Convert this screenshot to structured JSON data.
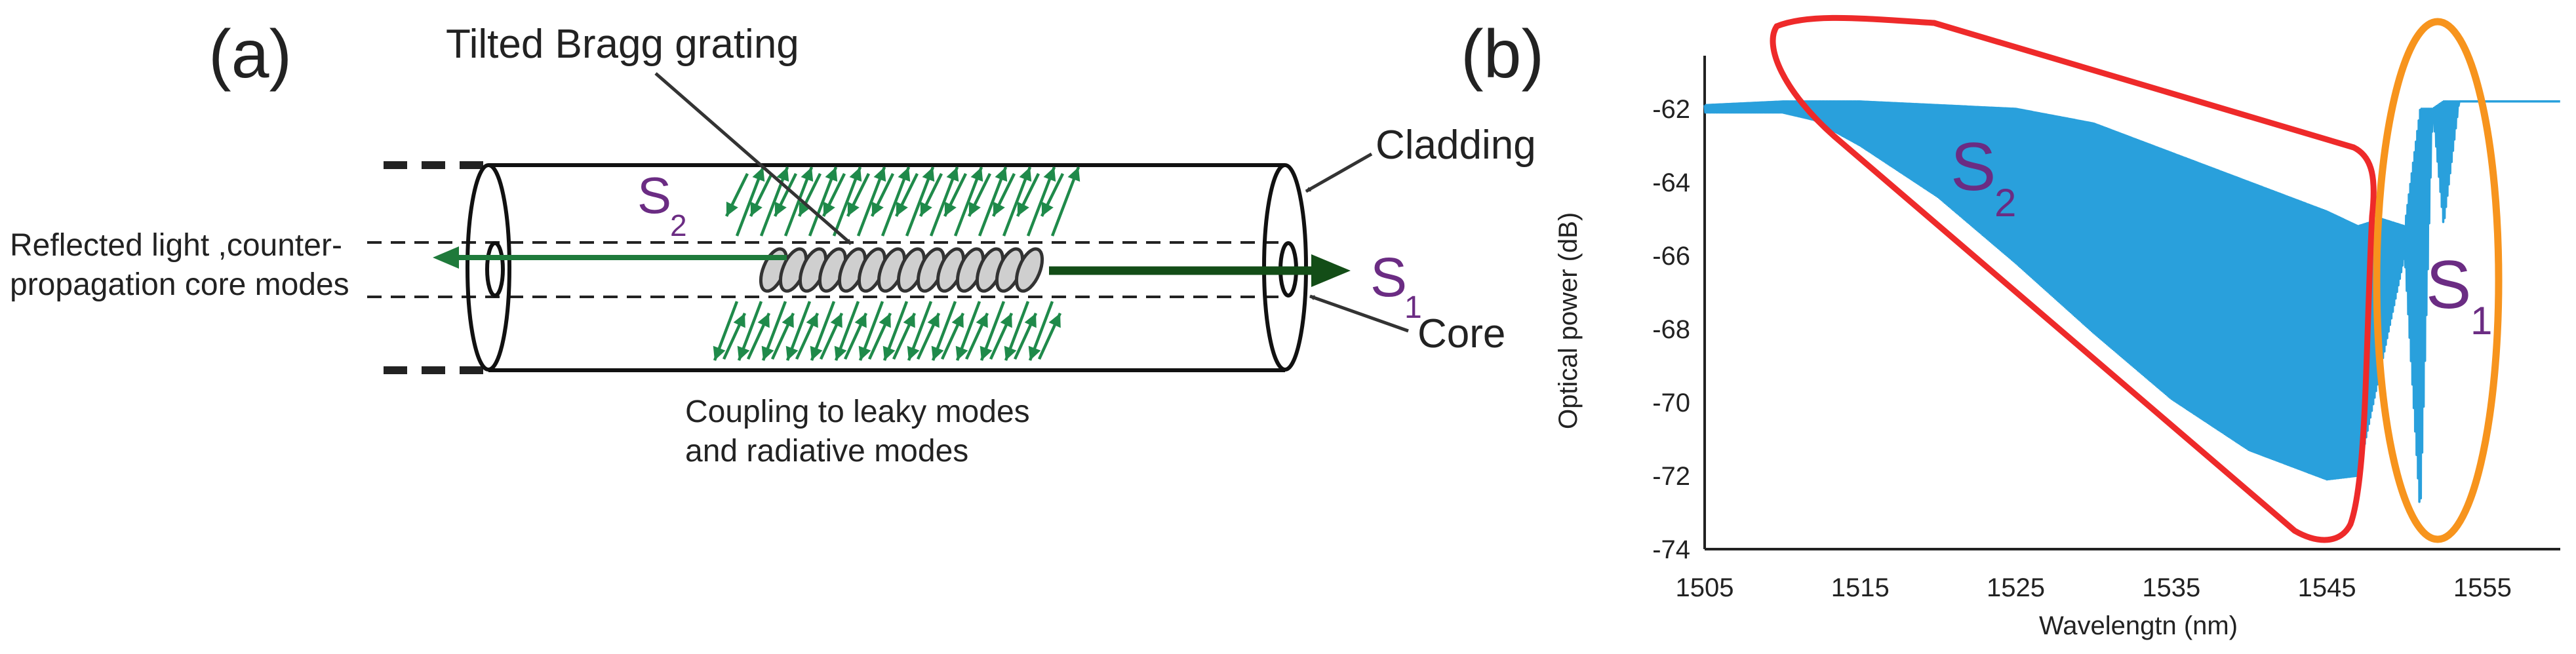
{
  "panel_a": {
    "label": "(a)",
    "title": "Tilted Bragg grating",
    "cladding_label": "Cladding",
    "core_label": "Core",
    "reflected_line1": "Reflected light ,counter-",
    "reflected_line2": "propagation core modes",
    "coupling_line1": "Coupling to leaky modes",
    "coupling_line2": "and  radiative modes",
    "s2_main": "S",
    "s2_sub": "2",
    "s1_main": "S",
    "s1_sub": "1"
  },
  "panel_b": {
    "label": "(b)",
    "s2_main": "S",
    "s2_sub": "2",
    "s1_main": "S",
    "s1_sub": "1",
    "colors": {
      "trace": "#29a0dc",
      "s2_outline": "#ee2a2a",
      "s1_outline": "#f7941d",
      "label": "#6b2c83"
    }
  },
  "chart_data": {
    "type": "line",
    "xlabel": "Wavelengtn (nm)",
    "ylabel": "Optical power (dB)",
    "xlim": [
      1505,
      1560
    ],
    "ylim": [
      -74,
      -61
    ],
    "xticks": [
      "1505",
      "1515",
      "1525",
      "1535",
      "1545",
      "1555"
    ],
    "yticks": [
      "-62",
      "-64",
      "-66",
      "-68",
      "-70",
      "-72",
      "-74"
    ],
    "series": [
      {
        "x": [
          1505,
          1510,
          1512,
          1515,
          1520,
          1525,
          1530,
          1535,
          1540,
          1545,
          1547,
          1548.5,
          1550,
          1551,
          1551.8,
          1552.5,
          1553.5,
          1555,
          1560
        ],
        "y_upper": [
          -61.9,
          -61.8,
          -61.8,
          -61.8,
          -61.9,
          -62.0,
          -62.4,
          -63.2,
          -64.0,
          -64.8,
          -65.2,
          -65.0,
          -65.2,
          -62.0,
          -62.0,
          -61.8,
          -61.8,
          -61.8,
          -61.8
        ],
        "y_lower": [
          -62.1,
          -62.1,
          -62.3,
          -63.0,
          -64.4,
          -66.2,
          -68.1,
          -69.9,
          -71.3,
          -72.1,
          -72.0,
          -69.0,
          -66.0,
          -73.1,
          -62.0,
          -65.2,
          -61.8,
          -61.8,
          -61.8
        ]
      }
    ]
  }
}
